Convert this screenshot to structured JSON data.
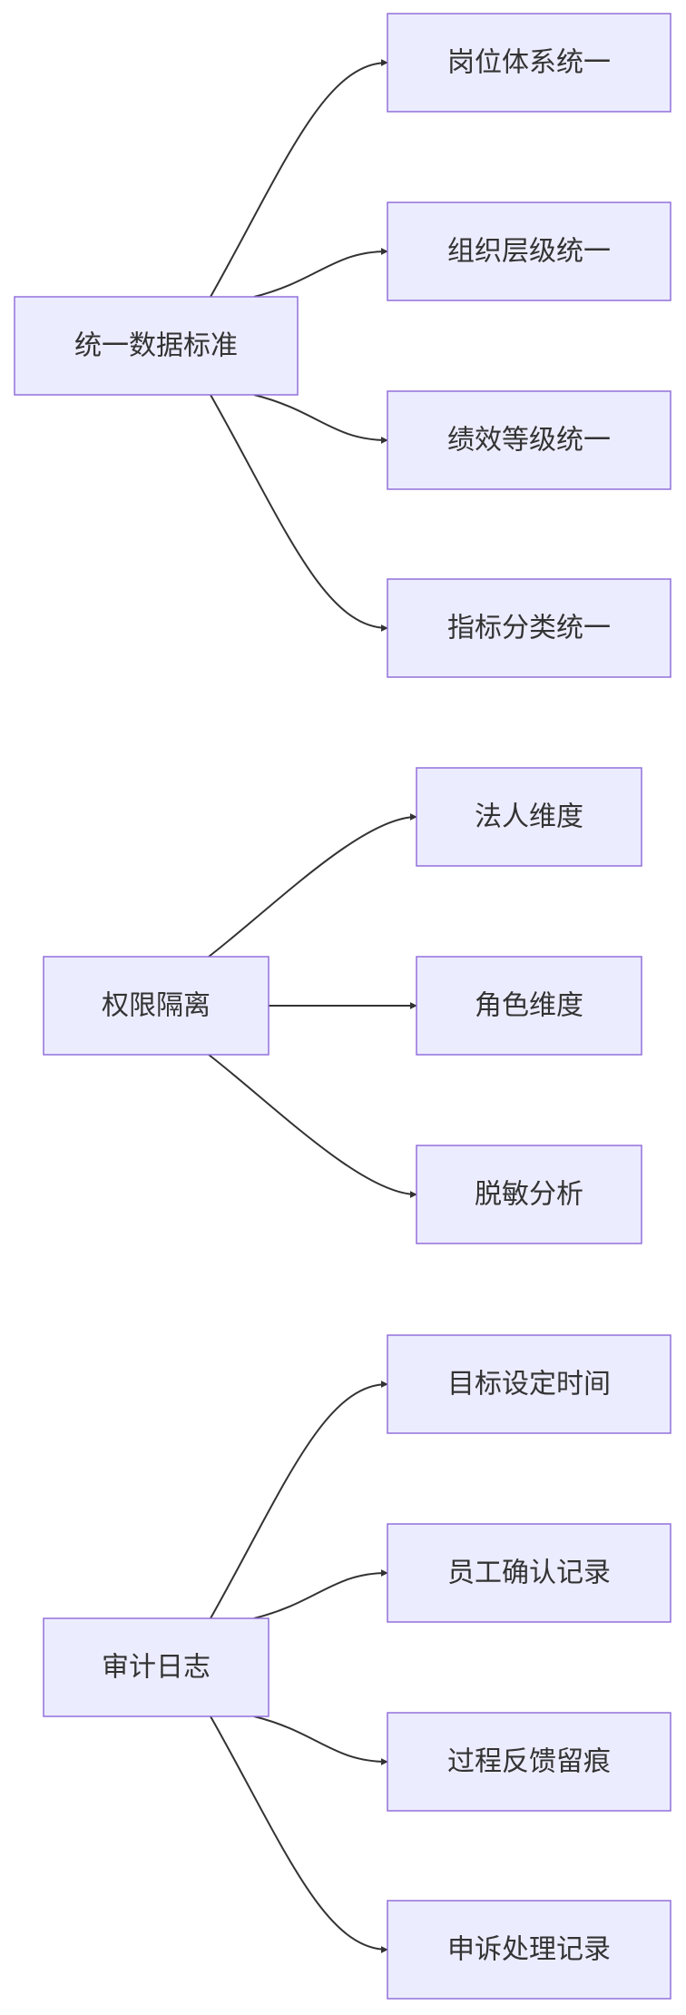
{
  "groups": [
    {
      "root": {
        "id": "unify",
        "label": "统一数据标准"
      },
      "children": [
        {
          "id": "unify-1",
          "label": "岗位体系统一"
        },
        {
          "id": "unify-2",
          "label": "组织层级统一"
        },
        {
          "id": "unify-3",
          "label": "绩效等级统一"
        },
        {
          "id": "unify-4",
          "label": "指标分类统一"
        }
      ]
    },
    {
      "root": {
        "id": "perm",
        "label": "权限隔离"
      },
      "children": [
        {
          "id": "perm-1",
          "label": "法人维度"
        },
        {
          "id": "perm-2",
          "label": "角色维度"
        },
        {
          "id": "perm-3",
          "label": "脱敏分析"
        }
      ]
    },
    {
      "root": {
        "id": "audit",
        "label": "审计日志"
      },
      "children": [
        {
          "id": "audit-1",
          "label": "目标设定时间"
        },
        {
          "id": "audit-2",
          "label": "员工确认记录"
        },
        {
          "id": "audit-3",
          "label": "过程反馈留痕"
        },
        {
          "id": "audit-4",
          "label": "申诉处理记录"
        }
      ]
    }
  ],
  "colors": {
    "node_fill": "#ECECFF",
    "node_stroke": "#9370DB",
    "edge": "#333333",
    "text": "#333333"
  }
}
